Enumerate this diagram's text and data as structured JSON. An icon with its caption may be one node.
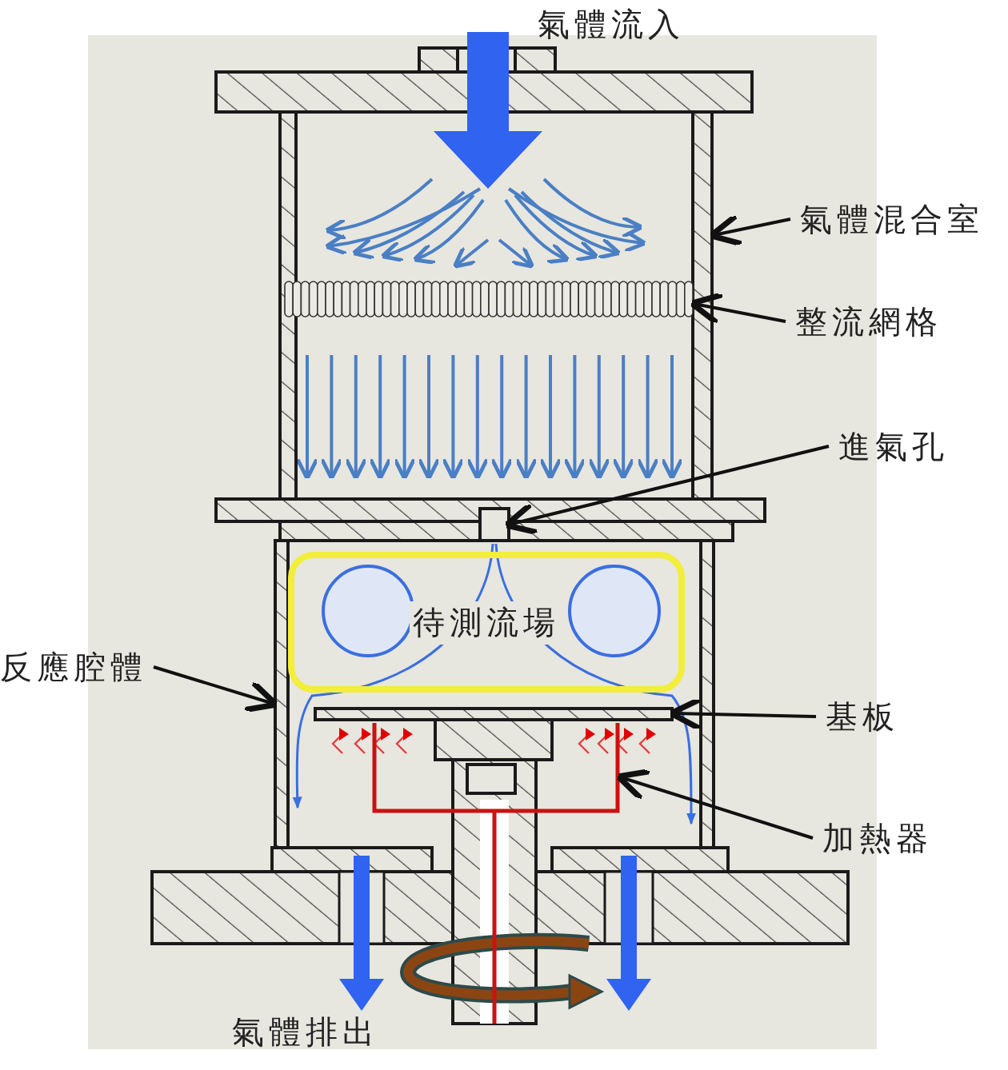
{
  "diagram": {
    "nodes": [
      {
        "text": [
          "氣體混合室"
        ]
      },
      {
        "text": [
          "整流網格"
        ]
      },
      {
        "text": [
          "進氣孔"
        ]
      },
      {
        "text": [
          "待測流場"
        ]
      },
      {
        "text": [
          "反應腔體"
        ]
      },
      {
        "text": [
          "基板"
        ]
      },
      {
        "text": [
          "加熱器"
        ]
      },
      {
        "text": [],
        "shape": "box"
      },
      {
        "text": [],
        "shape": "box"
      },
      {
        "text": [],
        "shape": "box"
      },
      {
        "text": [],
        "shape": "box"
      },
      {
        "text": [],
        "shape": "bar"
      },
      {
        "text": [],
        "shape": "line"
      }
    ],
    "edges": [
      {
        "from": 0,
        "to": 7,
        "arrow": "to"
      },
      {
        "from": 1,
        "to": 8,
        "arrow": "to"
      },
      {
        "from": 2,
        "to": 9,
        "arrow": "to"
      },
      {
        "from": 4,
        "to": 10,
        "arrow": "to"
      },
      {
        "from": 5,
        "to": 11,
        "arrow": "to"
      },
      {
        "from": 6,
        "to": 12,
        "arrow": "to"
      }
    ],
    "labels": [
      "氣體流入",
      "氣體排出"
    ]
  }
}
